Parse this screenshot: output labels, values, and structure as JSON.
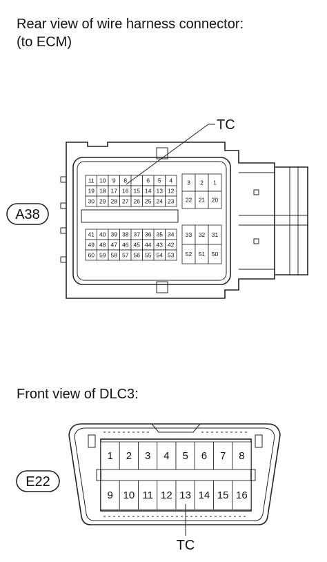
{
  "captions": {
    "rear_view_line1": "Rear view of wire harness connector:",
    "rear_view_line2": "(to ECM)",
    "front_view": "Front view of DLC3:"
  },
  "connector_a38": {
    "id_label": "A38",
    "callout": "TC",
    "callout_pin": "16",
    "upper_left_rows": [
      [
        "11",
        "10",
        "9",
        "8",
        "",
        "6",
        "5",
        "4"
      ],
      [
        "19",
        "18",
        "17",
        "16",
        "15",
        "14",
        "13",
        "12"
      ],
      [
        "30",
        "29",
        "28",
        "27",
        "26",
        "25",
        "24",
        "23"
      ]
    ],
    "upper_right_rows": [
      [
        "3",
        "2",
        "1"
      ],
      [
        "22",
        "21",
        "20"
      ]
    ],
    "lower_left_rows": [
      [
        "41",
        "40",
        "39",
        "38",
        "37",
        "36",
        "35",
        "34"
      ],
      [
        "49",
        "48",
        "47",
        "46",
        "45",
        "44",
        "43",
        "42"
      ],
      [
        "60",
        "59",
        "58",
        "57",
        "56",
        "55",
        "54",
        "53"
      ]
    ],
    "lower_right_rows": [
      [
        "33",
        "32",
        "31"
      ],
      [
        "52",
        "51",
        "50"
      ]
    ]
  },
  "connector_e22": {
    "id_label": "E22",
    "callout": "TC",
    "callout_pin": "13",
    "top_row": [
      "1",
      "2",
      "3",
      "4",
      "5",
      "6",
      "7",
      "8"
    ],
    "bottom_row": [
      "9",
      "10",
      "11",
      "12",
      "13",
      "14",
      "15",
      "16"
    ]
  }
}
